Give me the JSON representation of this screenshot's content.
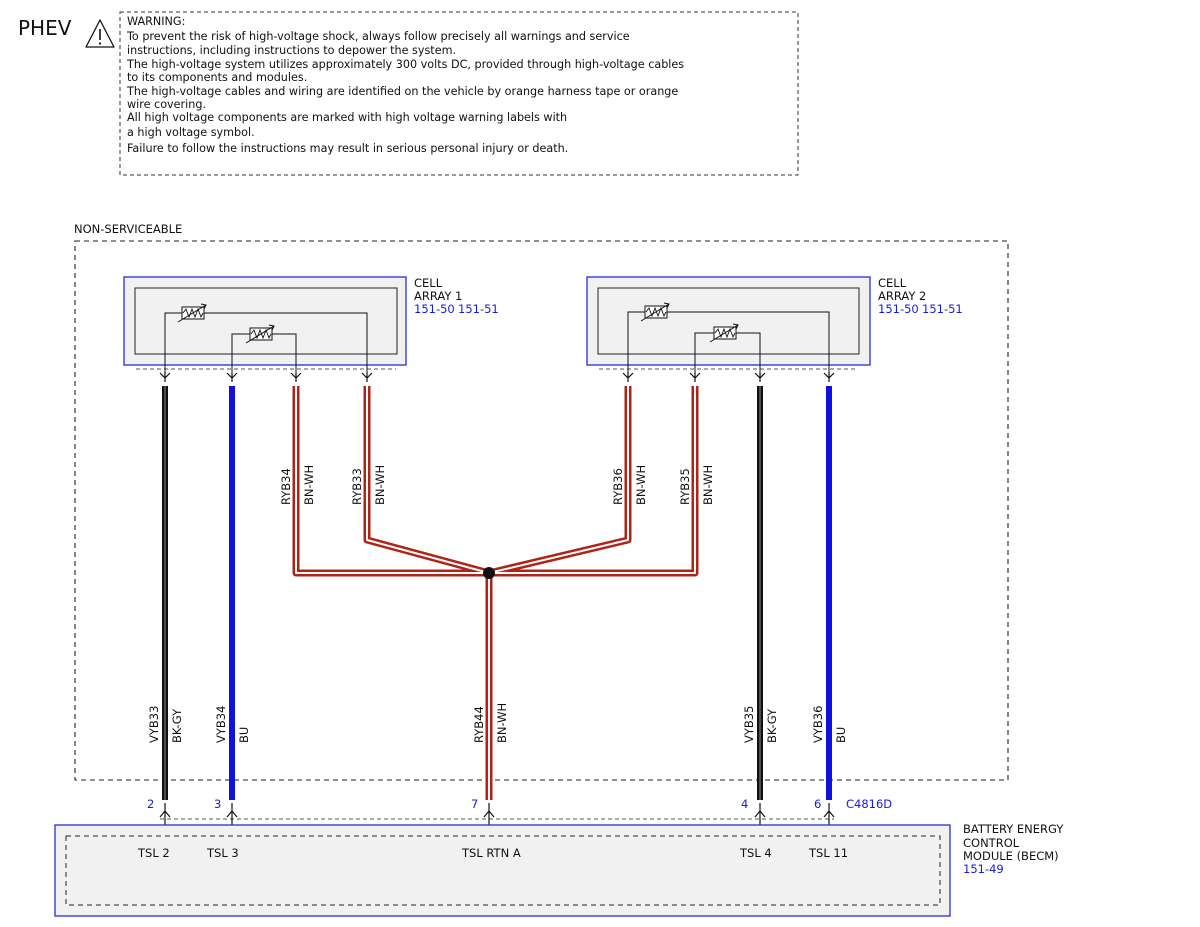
{
  "vehicle_variant": "PHEV",
  "warning": {
    "icon": "warning-triangle-icon",
    "lines": [
      "WARNING:",
      "To prevent the risk of high-voltage shock, always follow precisely all warnings and service",
      "instructions, including instructions to depower the system.",
      "The high-voltage system utilizes approximately 300 volts DC, provided through high-voltage cables",
      "to its components and modules.",
      "The high-voltage cables and wiring are identified on the vehicle by orange harness tape or orange",
      "wire covering.",
      "All high voltage components are marked with high voltage warning labels with",
      "a high voltage symbol.",
      "Failure to follow the instructions may result in serious personal injury or death."
    ]
  },
  "zone_label": "NON-SERVICEABLE",
  "cell_array_1": {
    "line1": "CELL",
    "line2": "ARRAY 1",
    "ref1": "151-50",
    "ref2": "151-51"
  },
  "cell_array_2": {
    "line1": "CELL",
    "line2": "ARRAY 2",
    "ref1": "151-50",
    "ref2": "151-51"
  },
  "wires": [
    {
      "circuit": "VYB33",
      "color_code": "BK-GY",
      "pin": "2",
      "terminal": "TSL 2"
    },
    {
      "circuit": "VYB34",
      "color_code": "BU",
      "pin": "3",
      "terminal": "TSL 3"
    },
    {
      "circuit": "RYB34",
      "color_code": "BN-WH"
    },
    {
      "circuit": "RYB33",
      "color_code": "BN-WH"
    },
    {
      "circuit": "RYB36",
      "color_code": "BN-WH"
    },
    {
      "circuit": "RYB35",
      "color_code": "BN-WH"
    },
    {
      "circuit": "VYB35",
      "color_code": "BK-GY",
      "pin": "4",
      "terminal": "TSL 4"
    },
    {
      "circuit": "VYB36",
      "color_code": "BU",
      "pin": "6",
      "terminal": "TSL 11"
    },
    {
      "circuit": "RYB44",
      "color_code": "BN-WH",
      "pin": "7",
      "terminal": "TSL RTN A"
    }
  ],
  "connector": "C4816D",
  "module": {
    "lines": [
      "BATTERY ENERGY",
      "CONTROL",
      "MODULE (BECM)"
    ],
    "ref": "151-49"
  },
  "colors": {
    "black_wire": "#111111",
    "blue_wire": "#1010e0",
    "brown_wire": "#b02418",
    "reference_blue": "#1a1adb",
    "component_outline": "#2b2bd9",
    "component_fill": "#f1f1f1"
  }
}
